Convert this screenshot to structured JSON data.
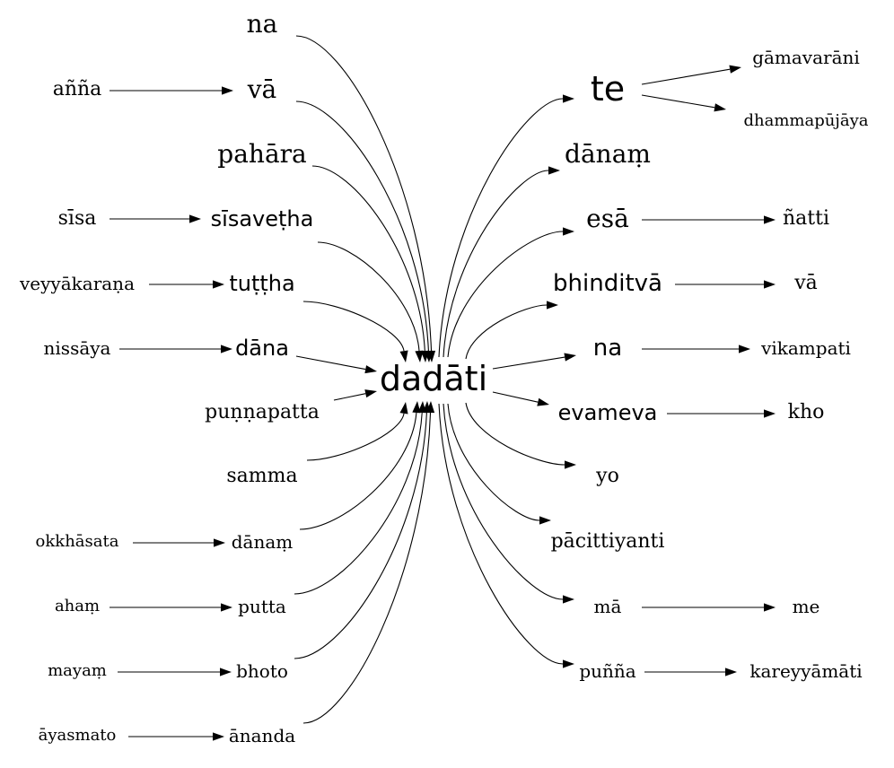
{
  "graph": {
    "nodes": [
      {
        "id": "dadati",
        "label": "dadāti"
      },
      {
        "id": "l_na",
        "label": "na"
      },
      {
        "id": "l_va",
        "label": "vā"
      },
      {
        "id": "l_pahara",
        "label": "pahāra"
      },
      {
        "id": "l_sisavetha",
        "label": "sīsaveṭha"
      },
      {
        "id": "l_tuttha",
        "label": "tuṭṭha"
      },
      {
        "id": "l_dana",
        "label": "dāna"
      },
      {
        "id": "l_punnapatta",
        "label": "puṇṇapatta"
      },
      {
        "id": "l_samma",
        "label": "samma"
      },
      {
        "id": "l_danam",
        "label": "dānaṃ"
      },
      {
        "id": "l_putta",
        "label": "putta"
      },
      {
        "id": "l_bhoto",
        "label": "bhoto"
      },
      {
        "id": "l_ananda",
        "label": "ānanda"
      },
      {
        "id": "l_anna",
        "label": "añña"
      },
      {
        "id": "l_sisa",
        "label": "sīsa"
      },
      {
        "id": "l_veyyakarana",
        "label": "veyyākaraṇa"
      },
      {
        "id": "l_nissaya",
        "label": "nissāya"
      },
      {
        "id": "l_okkhasata",
        "label": "okkhāsata"
      },
      {
        "id": "l_aham",
        "label": "ahaṃ"
      },
      {
        "id": "l_mayam",
        "label": "mayaṃ"
      },
      {
        "id": "l_ayasmato",
        "label": "āyasmato"
      },
      {
        "id": "r_te",
        "label": "te"
      },
      {
        "id": "r_danam",
        "label": "dānaṃ"
      },
      {
        "id": "r_esa",
        "label": "esā"
      },
      {
        "id": "r_bhinditva",
        "label": "bhinditvā"
      },
      {
        "id": "r_na",
        "label": "na"
      },
      {
        "id": "r_evameva",
        "label": "evameva"
      },
      {
        "id": "r_yo",
        "label": "yo"
      },
      {
        "id": "r_pacittiyanti",
        "label": "pācittiyanti"
      },
      {
        "id": "r_ma",
        "label": "mā"
      },
      {
        "id": "r_punna",
        "label": "puñña"
      },
      {
        "id": "r_gamavarani",
        "label": "gāmavarāni"
      },
      {
        "id": "r_dhammapujaya",
        "label": "dhammapūjāya"
      },
      {
        "id": "r_natti",
        "label": "ñatti"
      },
      {
        "id": "r_va",
        "label": "vā"
      },
      {
        "id": "r_vikampati",
        "label": "vikampati"
      },
      {
        "id": "r_kho",
        "label": "kho"
      },
      {
        "id": "r_me",
        "label": "me"
      },
      {
        "id": "r_kareyyamati",
        "label": "kareyyāmāti"
      }
    ],
    "edges": [
      {
        "from": "l_na",
        "to": "dadati"
      },
      {
        "from": "l_va",
        "to": "dadati"
      },
      {
        "from": "l_pahara",
        "to": "dadati"
      },
      {
        "from": "l_sisavetha",
        "to": "dadati"
      },
      {
        "from": "l_tuttha",
        "to": "dadati"
      },
      {
        "from": "l_dana",
        "to": "dadati"
      },
      {
        "from": "l_punnapatta",
        "to": "dadati"
      },
      {
        "from": "l_samma",
        "to": "dadati"
      },
      {
        "from": "l_danam",
        "to": "dadati"
      },
      {
        "from": "l_putta",
        "to": "dadati"
      },
      {
        "from": "l_bhoto",
        "to": "dadati"
      },
      {
        "from": "l_ananda",
        "to": "dadati"
      },
      {
        "from": "l_anna",
        "to": "l_va"
      },
      {
        "from": "l_sisa",
        "to": "l_sisavetha"
      },
      {
        "from": "l_veyyakarana",
        "to": "l_tuttha"
      },
      {
        "from": "l_nissaya",
        "to": "l_dana"
      },
      {
        "from": "l_okkhasata",
        "to": "l_danam"
      },
      {
        "from": "l_aham",
        "to": "l_putta"
      },
      {
        "from": "l_mayam",
        "to": "l_bhoto"
      },
      {
        "from": "l_ayasmato",
        "to": "l_ananda"
      },
      {
        "from": "dadati",
        "to": "r_te"
      },
      {
        "from": "dadati",
        "to": "r_danam"
      },
      {
        "from": "dadati",
        "to": "r_esa"
      },
      {
        "from": "dadati",
        "to": "r_bhinditva"
      },
      {
        "from": "dadati",
        "to": "r_na"
      },
      {
        "from": "dadati",
        "to": "r_evameva"
      },
      {
        "from": "dadati",
        "to": "r_yo"
      },
      {
        "from": "dadati",
        "to": "r_pacittiyanti"
      },
      {
        "from": "dadati",
        "to": "r_ma"
      },
      {
        "from": "dadati",
        "to": "r_punna"
      },
      {
        "from": "r_te",
        "to": "r_gamavarani"
      },
      {
        "from": "r_te",
        "to": "r_dhammapujaya"
      },
      {
        "from": "r_esa",
        "to": "r_natti"
      },
      {
        "from": "r_bhinditva",
        "to": "r_va"
      },
      {
        "from": "r_na",
        "to": "r_vikampati"
      },
      {
        "from": "r_evameva",
        "to": "r_kho"
      },
      {
        "from": "r_ma",
        "to": "r_me"
      },
      {
        "from": "r_punna",
        "to": "r_kareyyamati"
      }
    ]
  }
}
